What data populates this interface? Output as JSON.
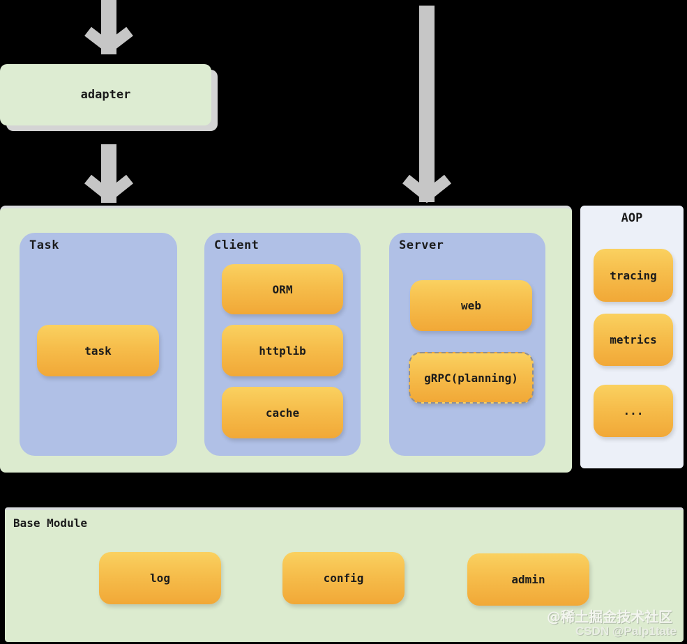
{
  "adapter": {
    "label": "adapter"
  },
  "main": {
    "panels": [
      {
        "label": "Task",
        "boxes": [
          "task"
        ]
      },
      {
        "label": "Client",
        "boxes": [
          "ORM",
          "httplib",
          "cache"
        ]
      },
      {
        "label": "Server",
        "boxes": [
          "web",
          "gRPC(planning)"
        ]
      }
    ]
  },
  "aop": {
    "label": "AOP",
    "boxes": [
      "tracing",
      "metrics",
      "..."
    ]
  },
  "base": {
    "label": "Base Module",
    "boxes": [
      "log",
      "config",
      "admin"
    ]
  },
  "watermark": {
    "line1": "@稀土掘金技术社区",
    "line2": "CSDN @Palp1tate"
  },
  "colors": {
    "background": "#000000",
    "panel_green": "#dcebcf",
    "panel_blue": "#b0c0e6",
    "aop_bg": "#ecf0f8",
    "box_orange_top": "#fad160",
    "box_orange_bottom": "#f1a837",
    "arrow_gray": "#c6c6c6",
    "shadow_gray": "#d4d4d4"
  }
}
